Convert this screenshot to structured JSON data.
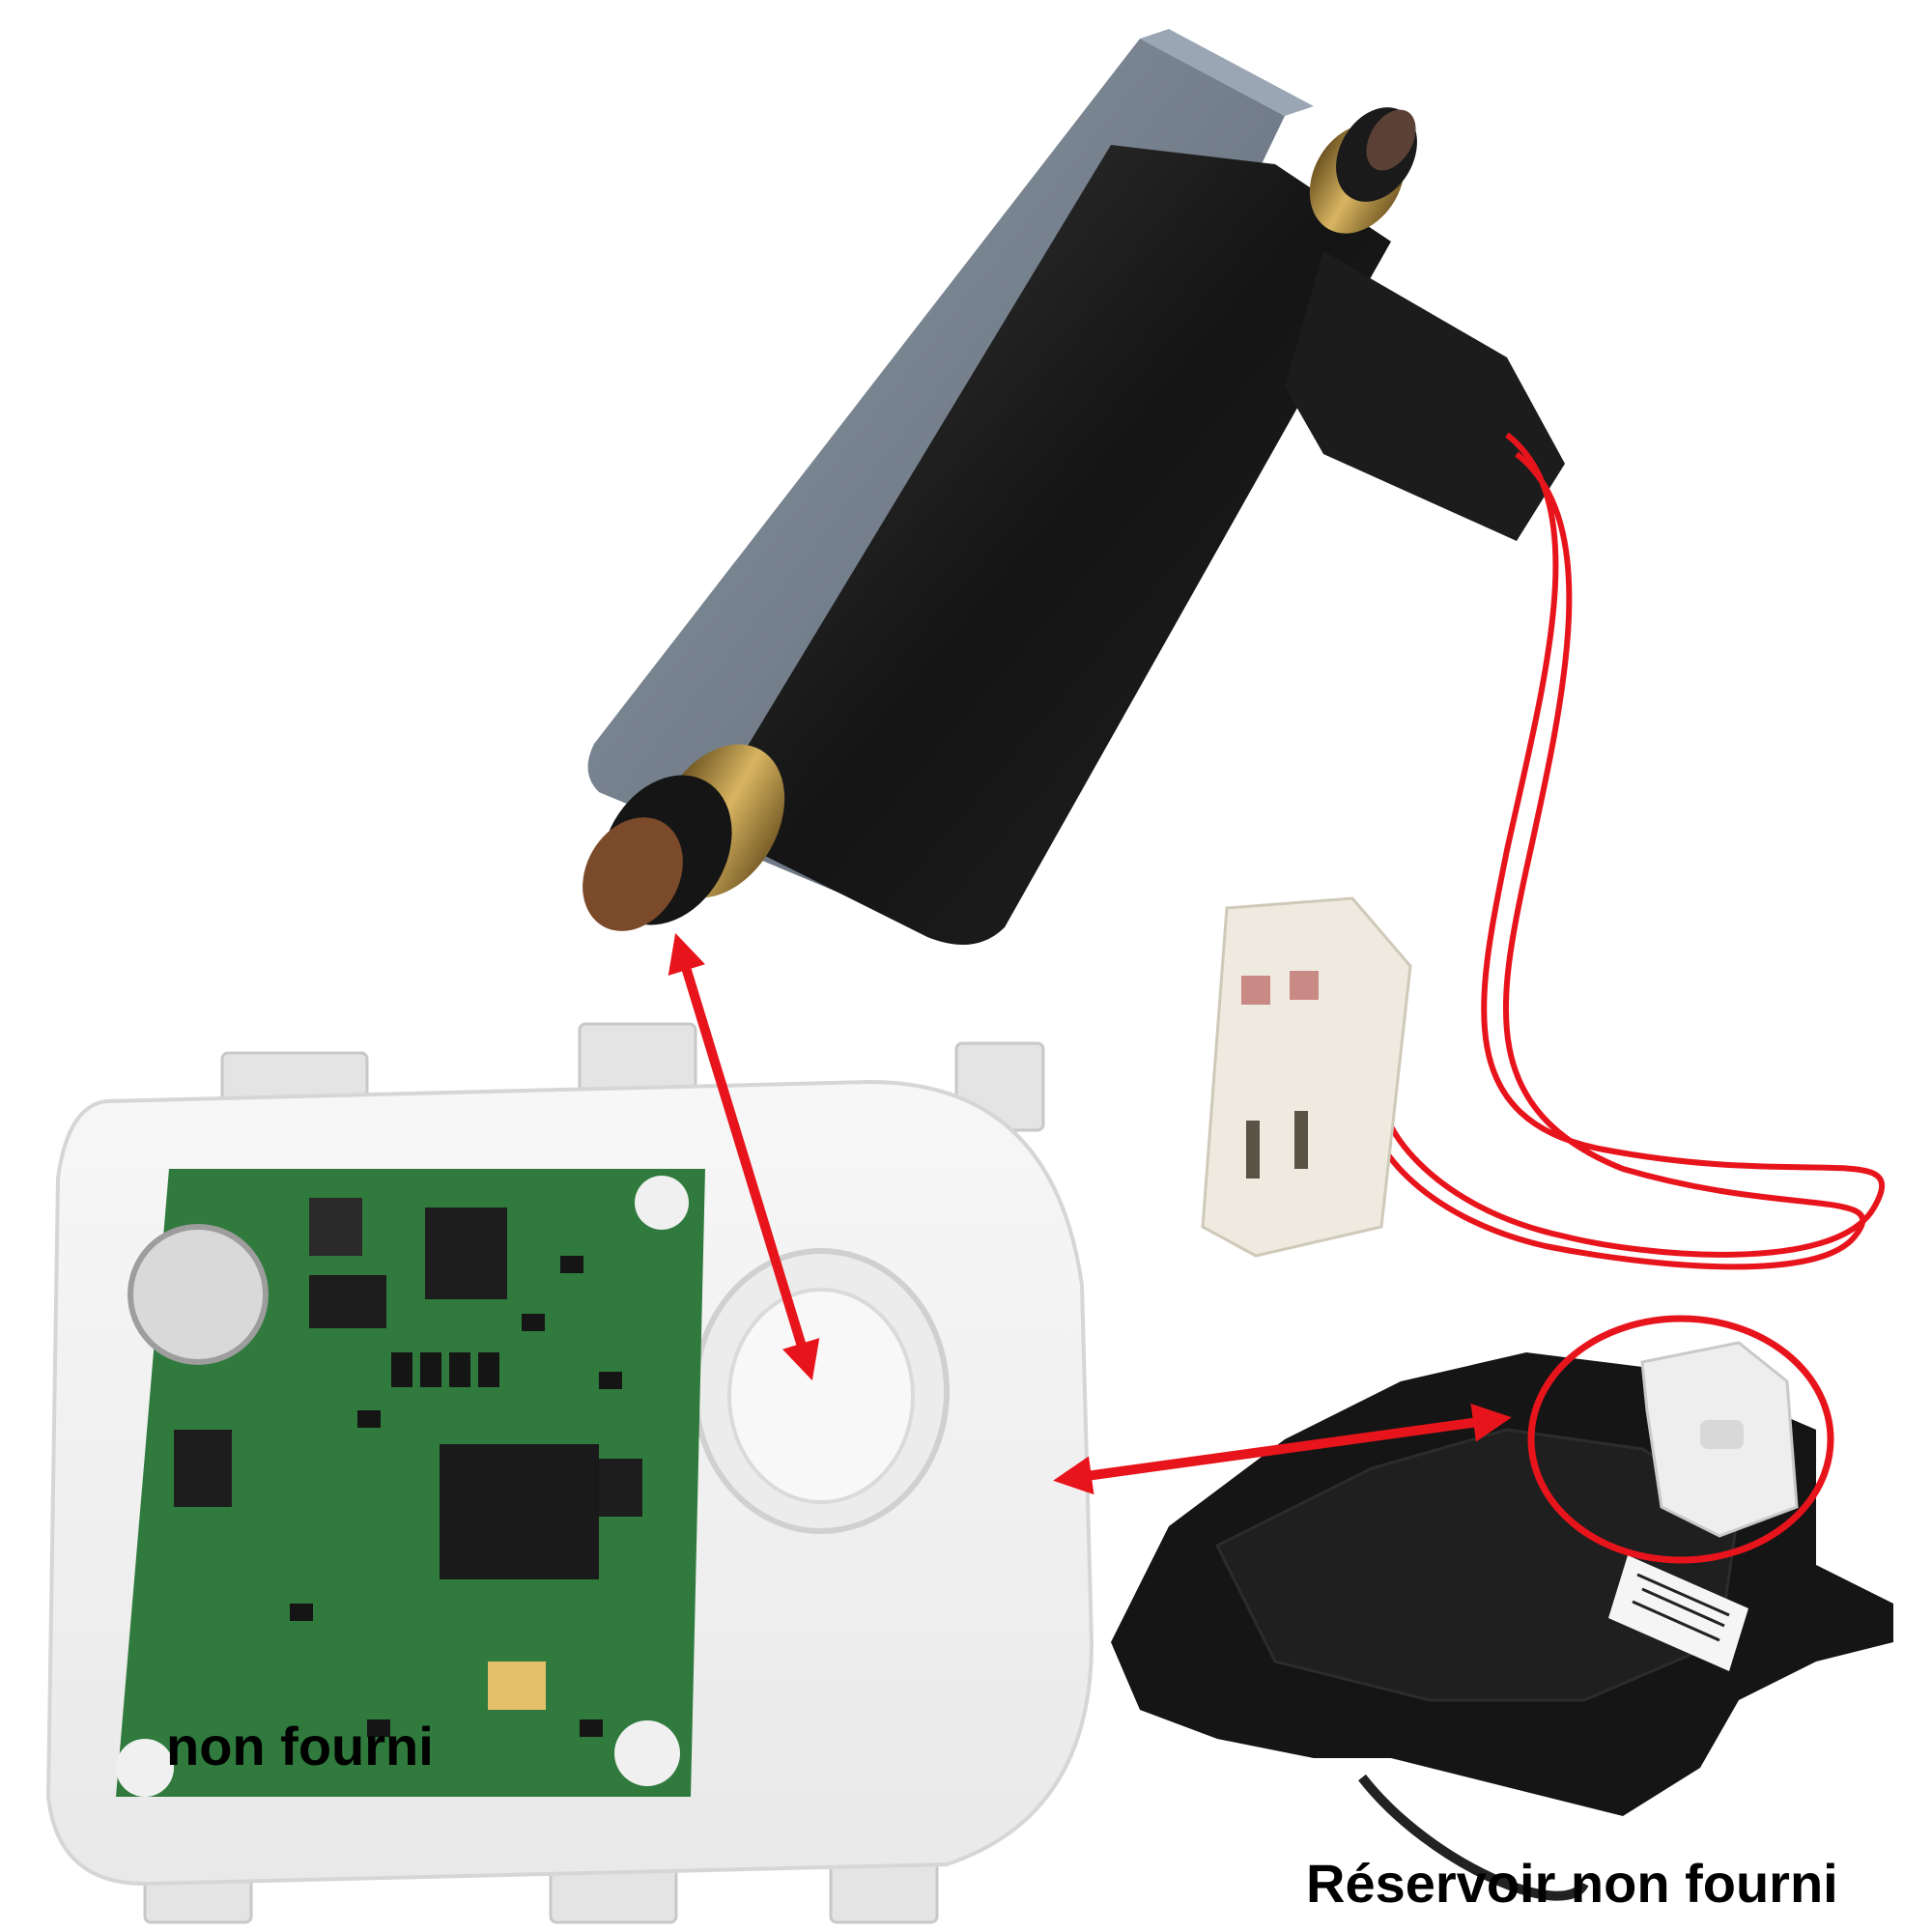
{
  "captions": {
    "pcb_box": "non fourni",
    "tank": "Réservoir non fourni"
  },
  "colors": {
    "background": "#ffffff",
    "arrow": "#e8141c",
    "highlight_circle": "#e8141c",
    "wire": "#e8141c",
    "solenoid_body": "#1b1b1b",
    "solenoid_bracket": "#6c7886",
    "pcb_green": "#2f7a3c",
    "box_white": "#f2f2f2",
    "tank_black": "#151515"
  },
  "icons": {
    "solenoid": "solenoid-valve-photo",
    "pcb_box": "electronic-board-housing-photo",
    "tank": "steam-tank-photo",
    "connector": "wire-connector-photo"
  }
}
